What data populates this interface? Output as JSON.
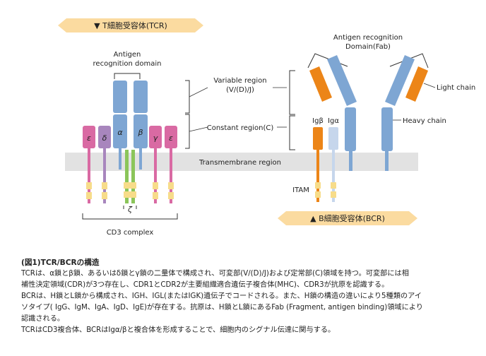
{
  "tcr": {
    "banner": "▼ T細胞受容体(TCR)",
    "antigen_recognition_line1": "Antigen",
    "antigen_recognition_line2": "recognition domain",
    "chain_epsilon": "ε",
    "chain_delta": "δ",
    "chain_alpha": "α",
    "chain_beta": "β",
    "chain_gamma": "γ",
    "chain_epsilon2": "ε",
    "zeta": "ζ",
    "cd3_complex": "CD3 complex"
  },
  "middle": {
    "variable_region_line1": "Variable region",
    "variable_region_line2": "(V/(D)/J)",
    "constant_region": "Constant region(C)",
    "transmembrane_region": "Transmembrane region"
  },
  "bcr": {
    "antigen_recognition_line1": "Antigen recognition",
    "antigen_recognition_line2": "Domain(Fab)",
    "ig_beta": "Igβ",
    "ig_alpha": "Igα",
    "light_chain": "Light chain",
    "heavy_chain": "Heavy chain",
    "itam": "ITAM",
    "banner": "▲ B細胞受容体(BCR)"
  },
  "caption": {
    "title": "(図1)TCR/BCRの構造",
    "line1": "TCRは、α鎖とβ鎖、あるいはδ鎖とγ鎖の二量体で構成され、可変部(V/(D)/J)および定常部(C)領域を持つ。可変部には相",
    "line2": "補性決定領域(CDR)が3つ存在し、CDR1とCDR2が主要組織適合遺伝子複合体(MHC)、CDR3が抗原を認識する。",
    "line3": "BCRは、H鎖とL鎖から構成され、IGH、IGL(またはIGK)遺伝子でコードされる。また、H鎖の構造の違いにより5種類のアイ",
    "line4": "ソタイプ( IgG、IgM、IgA、IgD、IgE)が存在する。抗原は、H鎖とL鎖にあるFab (Fragment, antigen binding)領域により",
    "line5": "認識される。",
    "line6": "TCRはCD3複合体、BCRはIgα/βと複合体を形成することで、細胞内のシグナル伝達に関与する。"
  },
  "colors": {
    "banner_bg": "#fbdba0",
    "membrane": "#e2e2e2",
    "pink": "#d96aa3",
    "purple": "#a886bd",
    "blue": "#7ea6d3",
    "light_blue": "#c6d6ec",
    "orange": "#ec8518",
    "green": "#8bc55a",
    "yellow": "#f7dc8a"
  }
}
